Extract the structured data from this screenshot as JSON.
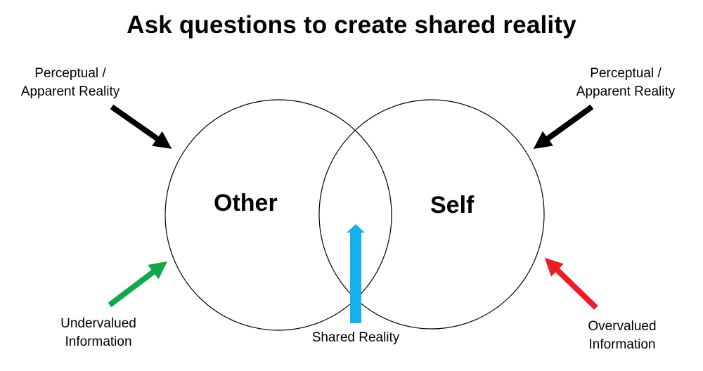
{
  "title": "Ask questions to create shared reality",
  "circles": {
    "left": "Other",
    "right": "Self"
  },
  "labels": {
    "perceptual_left": [
      "Perceptual /",
      "Apparent Reality"
    ],
    "perceptual_right": [
      "Perceptual /",
      "Apparent Reality"
    ],
    "undervalued": [
      "Undervalued",
      "Information"
    ],
    "overvalued": [
      "Overvalued",
      "Information"
    ],
    "shared": "Shared Reality"
  },
  "colors": {
    "perceptual_arrow": "#000000",
    "undervalued_arrow": "#11a84a",
    "overvalued_arrow": "#ee1c24",
    "shared_arrow": "#18b0e8"
  }
}
